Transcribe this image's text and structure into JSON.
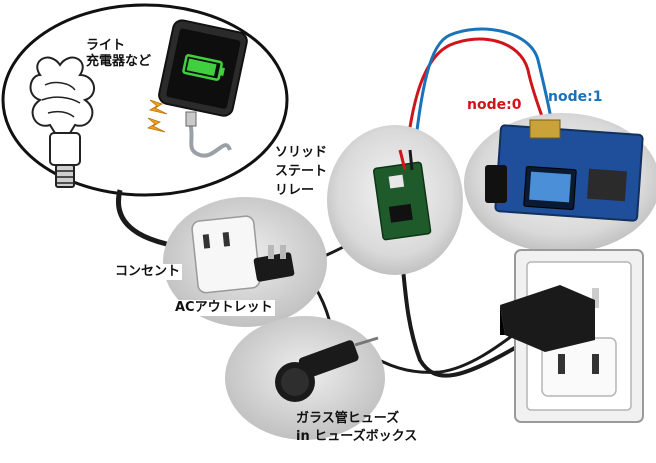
{
  "labels": {
    "light_charger": [
      "ライト",
      "充電器など"
    ],
    "relay": [
      "ソリッド",
      "ステート",
      "リレー"
    ],
    "node0": "node:0",
    "node1": "node:1",
    "consent": "コンセント",
    "ac_outlet": "ACアウトレット",
    "fuse": [
      "ガラス管ヒューズ",
      "in ヒューズボックス"
    ]
  },
  "colors": {
    "wire_black": "#1a1a1a",
    "wire_red": "#d0141a",
    "wire_blue": "#1a73b8",
    "board_blue": "#1f4f9a",
    "battery_green": "#3fcf3f",
    "spark_orange": "#f0a020"
  }
}
